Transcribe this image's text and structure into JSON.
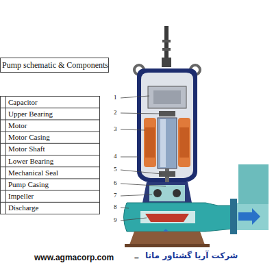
{
  "diagram": {
    "title": "Pump schematic & Components",
    "labels": [
      "Capacitor",
      "Upper Bearing",
      "Motor",
      "Motor Casing",
      "Motor Shaft",
      "Lower Bearing",
      "Mechanical Seal",
      "Pump Casing",
      "Impeller",
      "Discharge",
      "1",
      "2",
      "3",
      "4",
      "5",
      "6",
      "7",
      "8",
      "9",
      "www.agmacorp.com",
      "–",
      "شرکت آریا گشتاور مانا"
    ]
  }
}
